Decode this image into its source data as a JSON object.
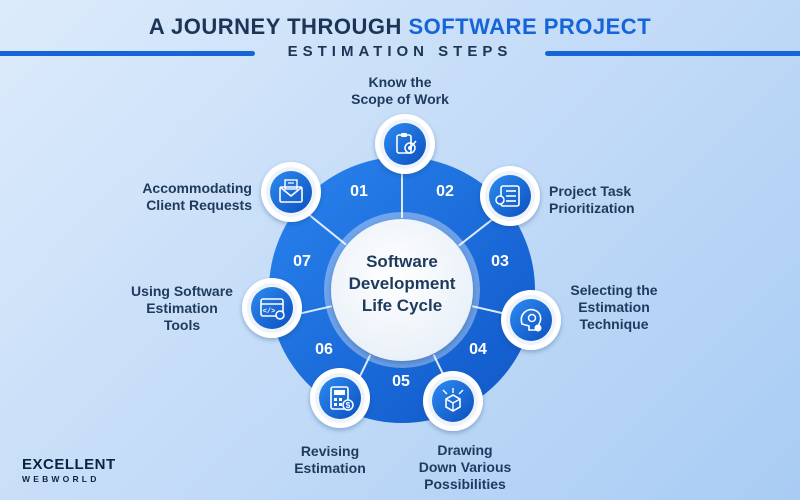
{
  "title": {
    "line1_prefix": "A JOURNEY THROUGH ",
    "line1_strong": "SOFTWARE PROJECT",
    "line2": "ESTIMATION STEPS"
  },
  "center": {
    "line1": "Software",
    "line2": "Development",
    "line3": "Life Cycle"
  },
  "steps": [
    {
      "number": "01",
      "label_lines": [
        "Know the",
        "Scope of Work"
      ],
      "icon": "clipboard-target-icon"
    },
    {
      "number": "02",
      "label_lines": [
        "Project Task",
        "Prioritization"
      ],
      "icon": "task-list-icon"
    },
    {
      "number": "03",
      "label_lines": [
        "Selecting the",
        "Estimation",
        "Technique"
      ],
      "icon": "brain-gear-icon"
    },
    {
      "number": "04",
      "label_lines": [
        "Drawing",
        "Down Various",
        "Possibilities"
      ],
      "icon": "cube-network-icon"
    },
    {
      "number": "05",
      "label_lines": [
        "Revising",
        "Estimation"
      ],
      "icon": "calculator-icon"
    },
    {
      "number": "06",
      "label_lines": [
        "Using Software",
        "Estimation",
        "Tools"
      ],
      "icon": "browser-code-icon"
    },
    {
      "number": "07",
      "label_lines": [
        "Accommodating",
        "Client Requests"
      ],
      "icon": "mail-icon"
    }
  ],
  "logo": {
    "line1": "EXCELLENT",
    "line2": "WEBWORLD"
  },
  "colors": {
    "primary_blue": "#1565d8",
    "dark_text": "#1e3a5c"
  }
}
